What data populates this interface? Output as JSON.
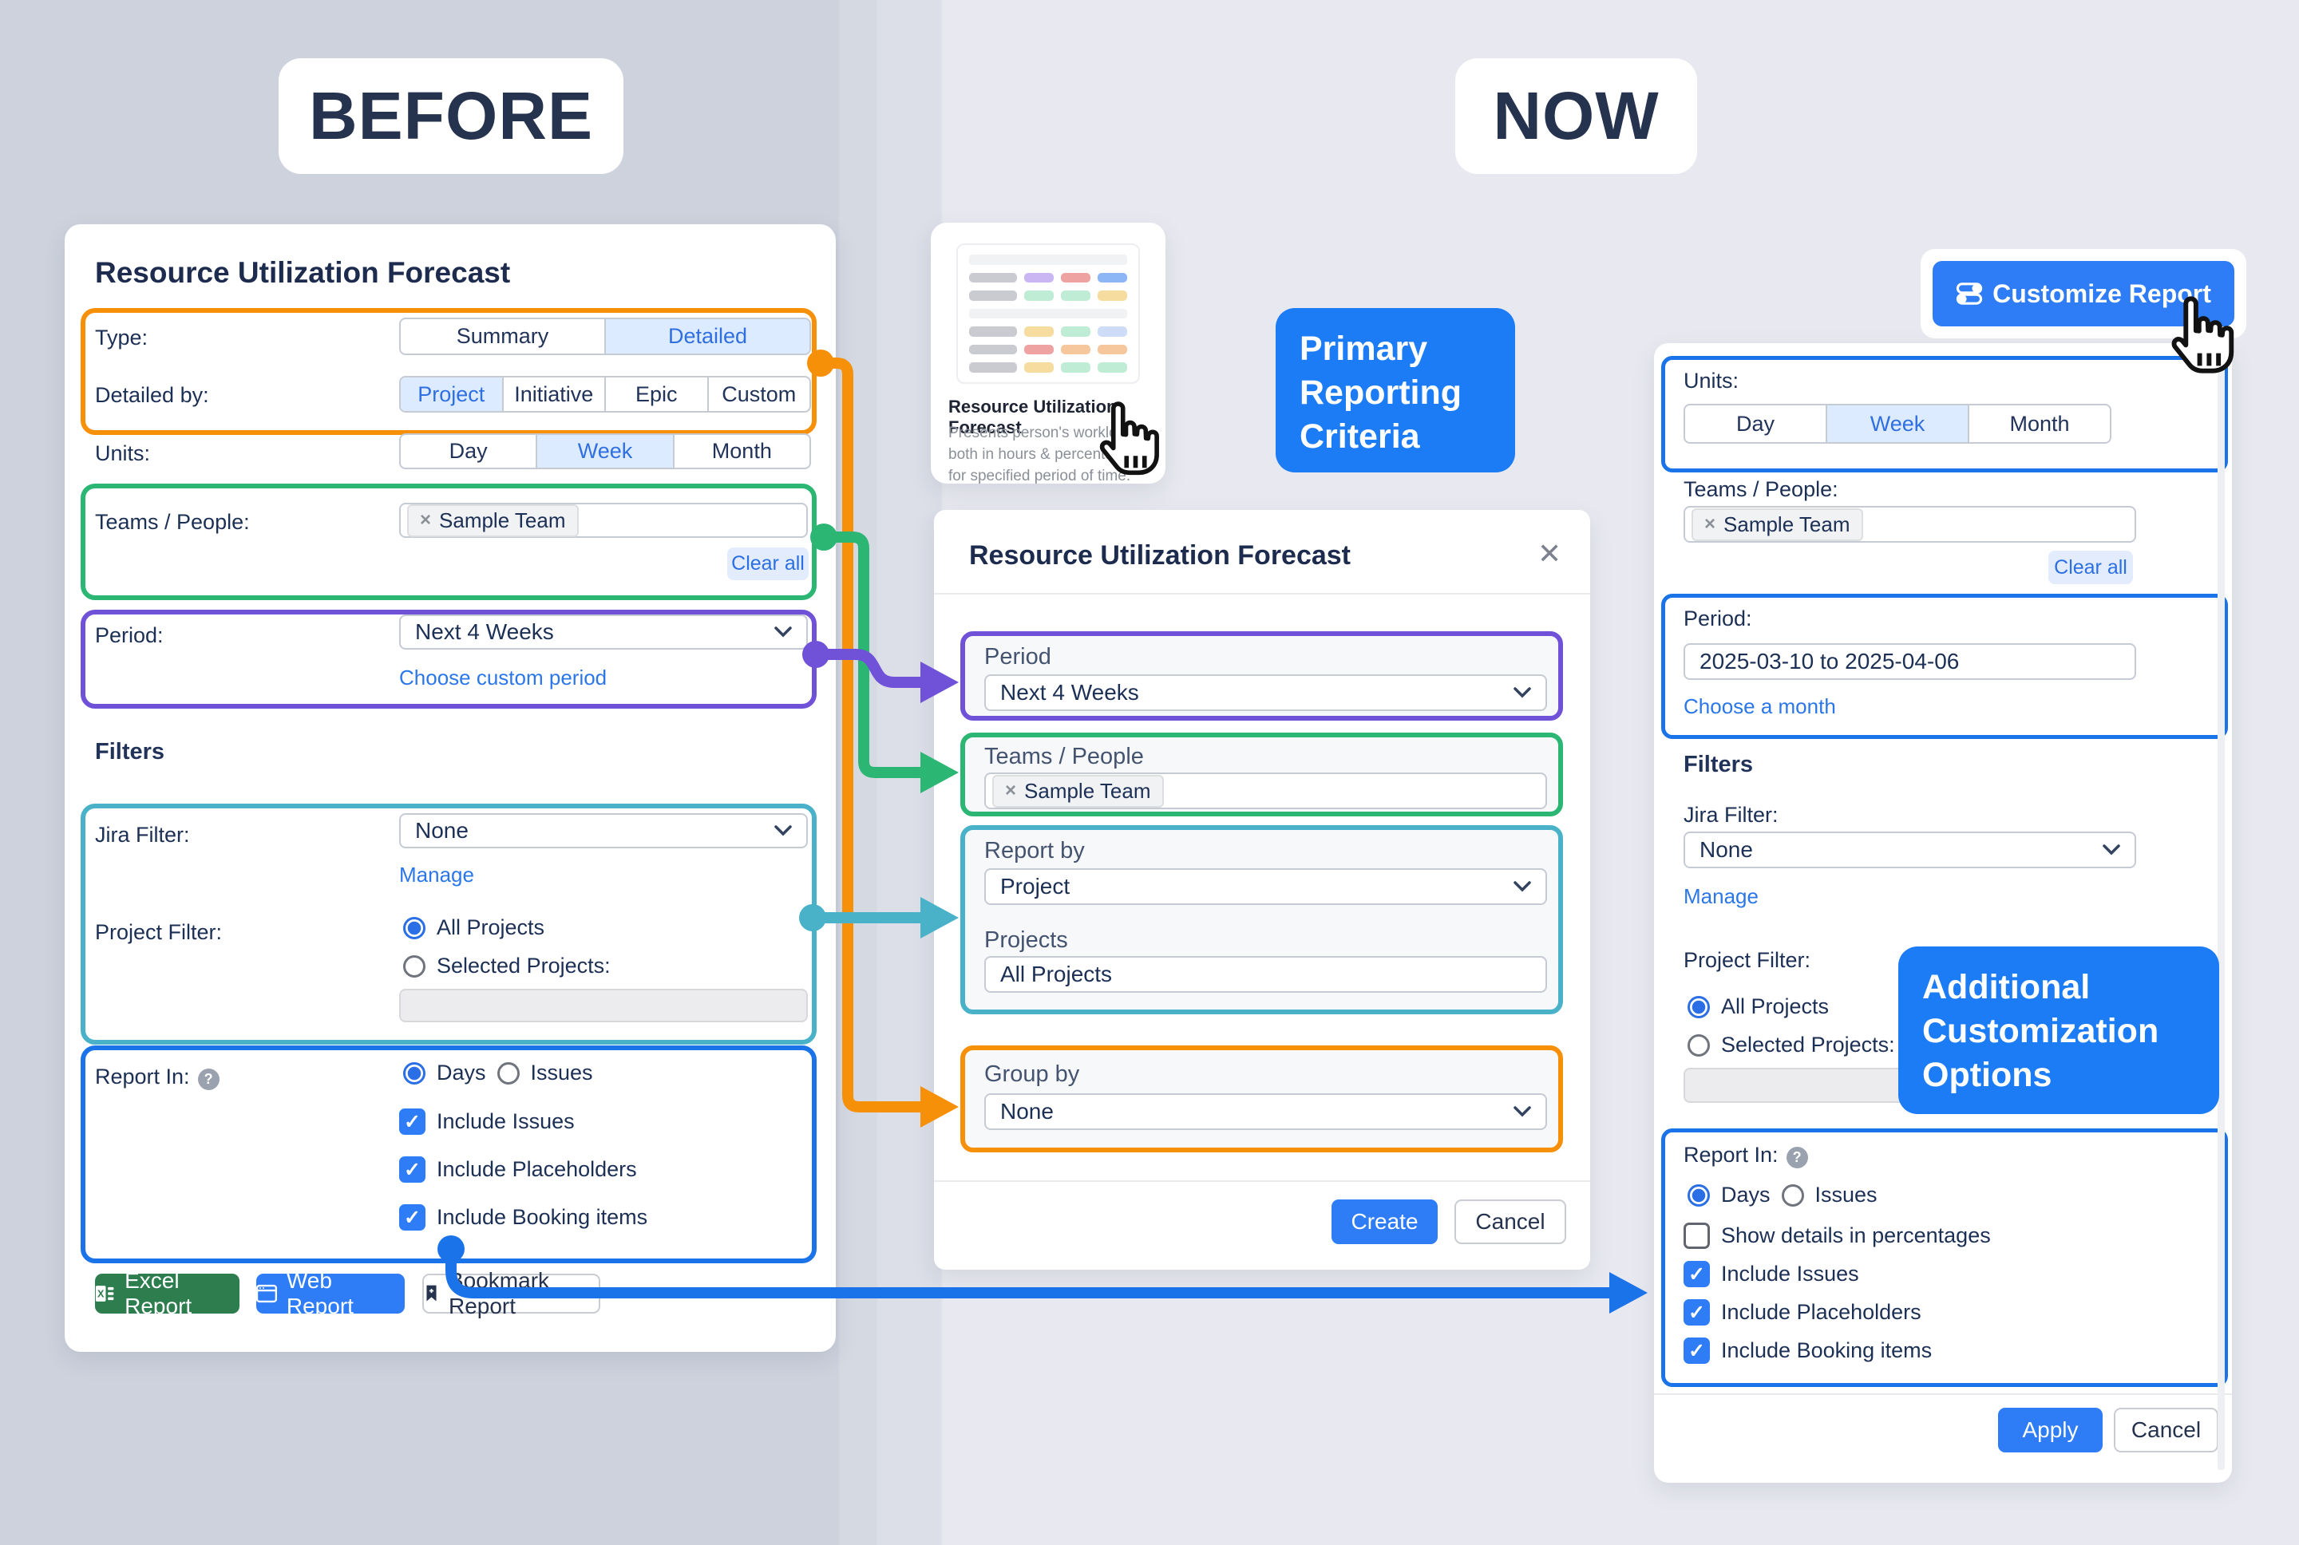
{
  "page": {
    "before_label": "BEFORE",
    "now_label": "NOW"
  },
  "glyphs": {
    "close": "✕",
    "check": "✓",
    "help": "?",
    "remove": "×"
  },
  "colors": {
    "hl_orange": "#f79009",
    "hl_green": "#2bb673",
    "hl_purple": "#6f52d8",
    "hl_teal": "#49b2c9",
    "hl_blue": "#1a73e8",
    "link_blue": "#2b77e8",
    "accent_blue": "#2e7cf6",
    "badge_blue": "#1b7cf5",
    "excel_green": "#2e7d4f",
    "seg_sel_bg": "#dcebff",
    "seg_sel_text": "#2f6fe0",
    "check_blue": "#2e7cf6"
  },
  "before": {
    "title": "Resource Utilization Forecast",
    "type_label": "Type:",
    "type_options": [
      "Summary",
      "Detailed"
    ],
    "type_selected": "Detailed",
    "detailed_by_label": "Detailed by:",
    "detailed_by_options": [
      "Project",
      "Initiative",
      "Epic",
      "Custom"
    ],
    "detailed_by_selected": "Project",
    "units_label": "Units:",
    "units_options": [
      "Day",
      "Week",
      "Month"
    ],
    "units_selected": "Week",
    "teams_label": "Teams / People:",
    "team_chip": "Sample Team",
    "clear_all": "Clear all",
    "period_label": "Period:",
    "period_value": "Next 4 Weeks",
    "custom_period_link": "Choose custom period",
    "filters_heading": "Filters",
    "jira_filter_label": "Jira Filter:",
    "jira_filter_value": "None",
    "manage_link": "Manage",
    "project_filter_label": "Project Filter:",
    "radio_all": "All Projects",
    "radio_selected": "Selected Projects:",
    "report_in_label": "Report In:",
    "report_in_options": [
      "Days",
      "Issues"
    ],
    "report_in_selected": "Days",
    "checkboxes": [
      {
        "label": "Include Issues",
        "checked": true
      },
      {
        "label": "Include Placeholders",
        "checked": true
      },
      {
        "label": "Include Booking items",
        "checked": true
      }
    ],
    "buttons": [
      "Excel Report",
      "Web Report",
      "Bookmark Report"
    ]
  },
  "thumbnail": {
    "title": "Resource Utilization Forecast",
    "description": "Presents person's workload both in hours & percentages for specified period of time.",
    "rows": [
      {
        "band": true
      },
      {
        "cells": [
          "#c9cbd1",
          "#c9b6f2",
          "#efa2a2",
          "#8cb6f6"
        ]
      },
      {
        "cells": [
          "#c9cbd1",
          "#bfecd4",
          "#bfecd4",
          "#f6dc9e"
        ]
      },
      {
        "band": true
      },
      {
        "cells": [
          "#c9cbd1",
          "#f6dc9e",
          "#bfecd4",
          "#cfdcf8"
        ]
      },
      {
        "cells": [
          "#c9cbd1",
          "#efa2a2",
          "#f6c79c",
          "#f6c79c"
        ]
      },
      {
        "cells": [
          "#c9cbd1",
          "#f6dc9e",
          "#bfecd4",
          "#bfecd4"
        ]
      }
    ]
  },
  "badges": {
    "primary": "Primary Reporting Criteria",
    "additional": "Additional Customization Options"
  },
  "dialog": {
    "title": "Resource Utilization Forecast",
    "period_label": "Period",
    "period_value": "Next 4 Weeks",
    "teams_label": "Teams / People",
    "team_chip": "Sample Team",
    "report_by_label": "Report by",
    "report_by_value": "Project",
    "projects_label": "Projects",
    "projects_value": "All Projects",
    "group_by_label": "Group by",
    "group_by_value": "None",
    "create_label": "Create",
    "cancel_label": "Cancel"
  },
  "now_panel": {
    "customize_button": "Customize Report",
    "units_label": "Units:",
    "units_options": [
      "Day",
      "Week",
      "Month"
    ],
    "units_selected": "Week",
    "teams_label": "Teams / People:",
    "team_chip": "Sample Team",
    "clear_all": "Clear all",
    "period_label": "Period:",
    "period_value": "2025-03-10 to 2025-04-06",
    "choose_month_link": "Choose a month",
    "filters_heading": "Filters",
    "jira_filter_label": "Jira Filter:",
    "jira_filter_value": "None",
    "manage_link": "Manage",
    "project_filter_label": "Project Filter:",
    "radio_all": "All Projects",
    "radio_selected": "Selected Projects:",
    "report_in_label": "Report In:",
    "report_in_options": [
      "Days",
      "Issues"
    ],
    "report_in_selected": "Days",
    "checkboxes": [
      {
        "label": "Show details in percentages",
        "checked": false
      },
      {
        "label": "Include Issues",
        "checked": true
      },
      {
        "label": "Include Placeholders",
        "checked": true
      },
      {
        "label": "Include Booking items",
        "checked": true
      }
    ],
    "apply_label": "Apply",
    "cancel_label": "Cancel"
  }
}
